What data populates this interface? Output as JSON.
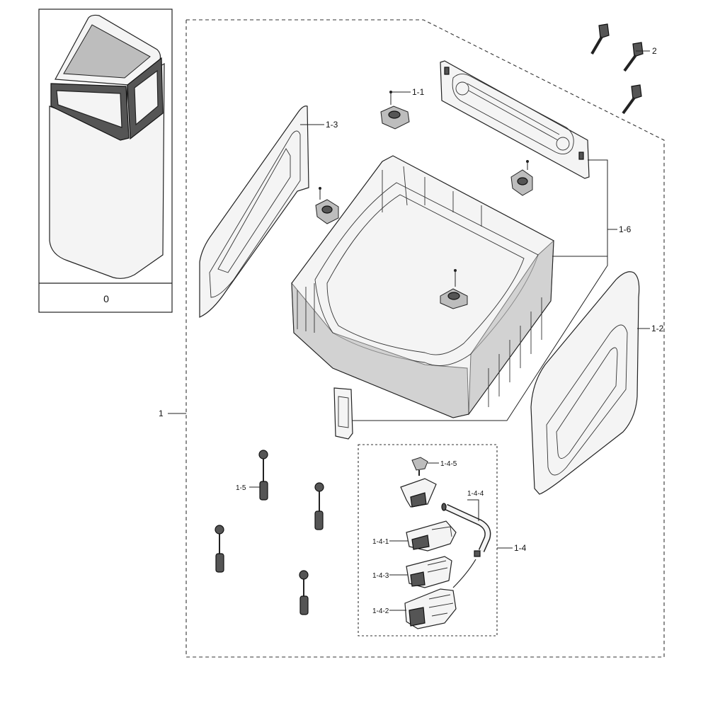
{
  "inset_label": "0",
  "callouts": {
    "c1": "1",
    "c1_1": "1-1",
    "c1_2": "1-2",
    "c1_3": "1-3",
    "c1_4": "1-4",
    "c1_4_1": "1-4-1",
    "c1_4_2": "1-4-2",
    "c1_4_3": "1-4-3",
    "c1_4_4": "1-4-4",
    "c1_4_5": "1-4-5",
    "c1_5": "1-5",
    "c1_6": "1-6",
    "c2": "2"
  }
}
